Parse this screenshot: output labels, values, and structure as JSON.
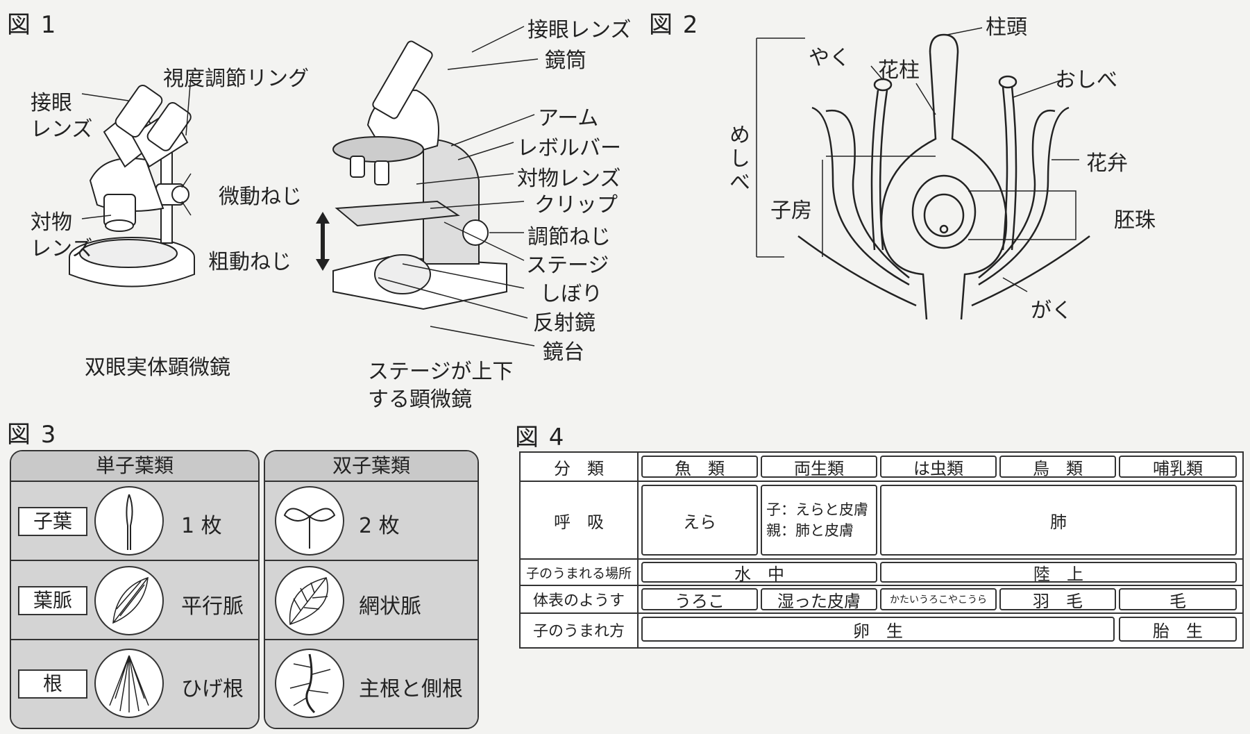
{
  "fig1": {
    "title": "図 1",
    "binocular": {
      "caption": "双眼実体顕微鏡",
      "eyepiece": "接眼\nレンズ",
      "diopter_ring": "視度調節リング",
      "fine_knob": "微動ねじ",
      "objective": "対物\nレンズ",
      "coarse_knob": "粗動ねじ"
    },
    "stage_scope": {
      "caption_line1": "ステージが上下",
      "caption_line2": "する顕微鏡",
      "eyepiece": "接眼レンズ",
      "tube": "鏡筒",
      "arm": "アーム",
      "revolver": "レボルバー",
      "objective": "対物レンズ",
      "clip": "クリップ",
      "adjust_knob": "調節ねじ",
      "stage": "ステージ",
      "diaphragm": "しぼり",
      "mirror": "反射鏡",
      "base": "鏡台"
    }
  },
  "fig2": {
    "title": "図 2",
    "stigma": "柱頭",
    "anther": "やく",
    "style": "花柱",
    "stamen": "おしべ",
    "pistil": "めしべ",
    "petal": "花弁",
    "ovary": "子房",
    "ovule": "胚珠",
    "sepal": "がく"
  },
  "fig3": {
    "title": "図 3",
    "monocot": {
      "header": "単子葉類",
      "rows": [
        {
          "label": "子葉",
          "value": "1 枚"
        },
        {
          "label": "葉脈",
          "value": "平行脈"
        },
        {
          "label": "根",
          "value": "ひげ根"
        }
      ]
    },
    "dicot": {
      "header": "双子葉類",
      "rows": [
        {
          "value": "2 枚"
        },
        {
          "value": "網状脈"
        },
        {
          "value": "主根と側根"
        }
      ]
    }
  },
  "fig4": {
    "title": "図 4",
    "row_headers": [
      "分　類",
      "呼　吸",
      "子のうまれる場所",
      "体表のようす",
      "子のうまれ方"
    ],
    "classes": [
      "魚　類",
      "両生類",
      "は虫類",
      "鳥　類",
      "哺乳類"
    ],
    "breathing": {
      "fish": "えら",
      "amphibian_child": "子：えらと皮膚",
      "amphibian_parent": "親：肺と皮膚",
      "others": "肺"
    },
    "birthplace": {
      "water": "水　中",
      "land": "陸　上"
    },
    "surface": [
      "うろこ",
      "湿った皮膚",
      "かたいうろこやこうら",
      "羽　毛",
      "毛"
    ],
    "birth": {
      "egg": "卵　生",
      "live": "胎　生"
    }
  }
}
